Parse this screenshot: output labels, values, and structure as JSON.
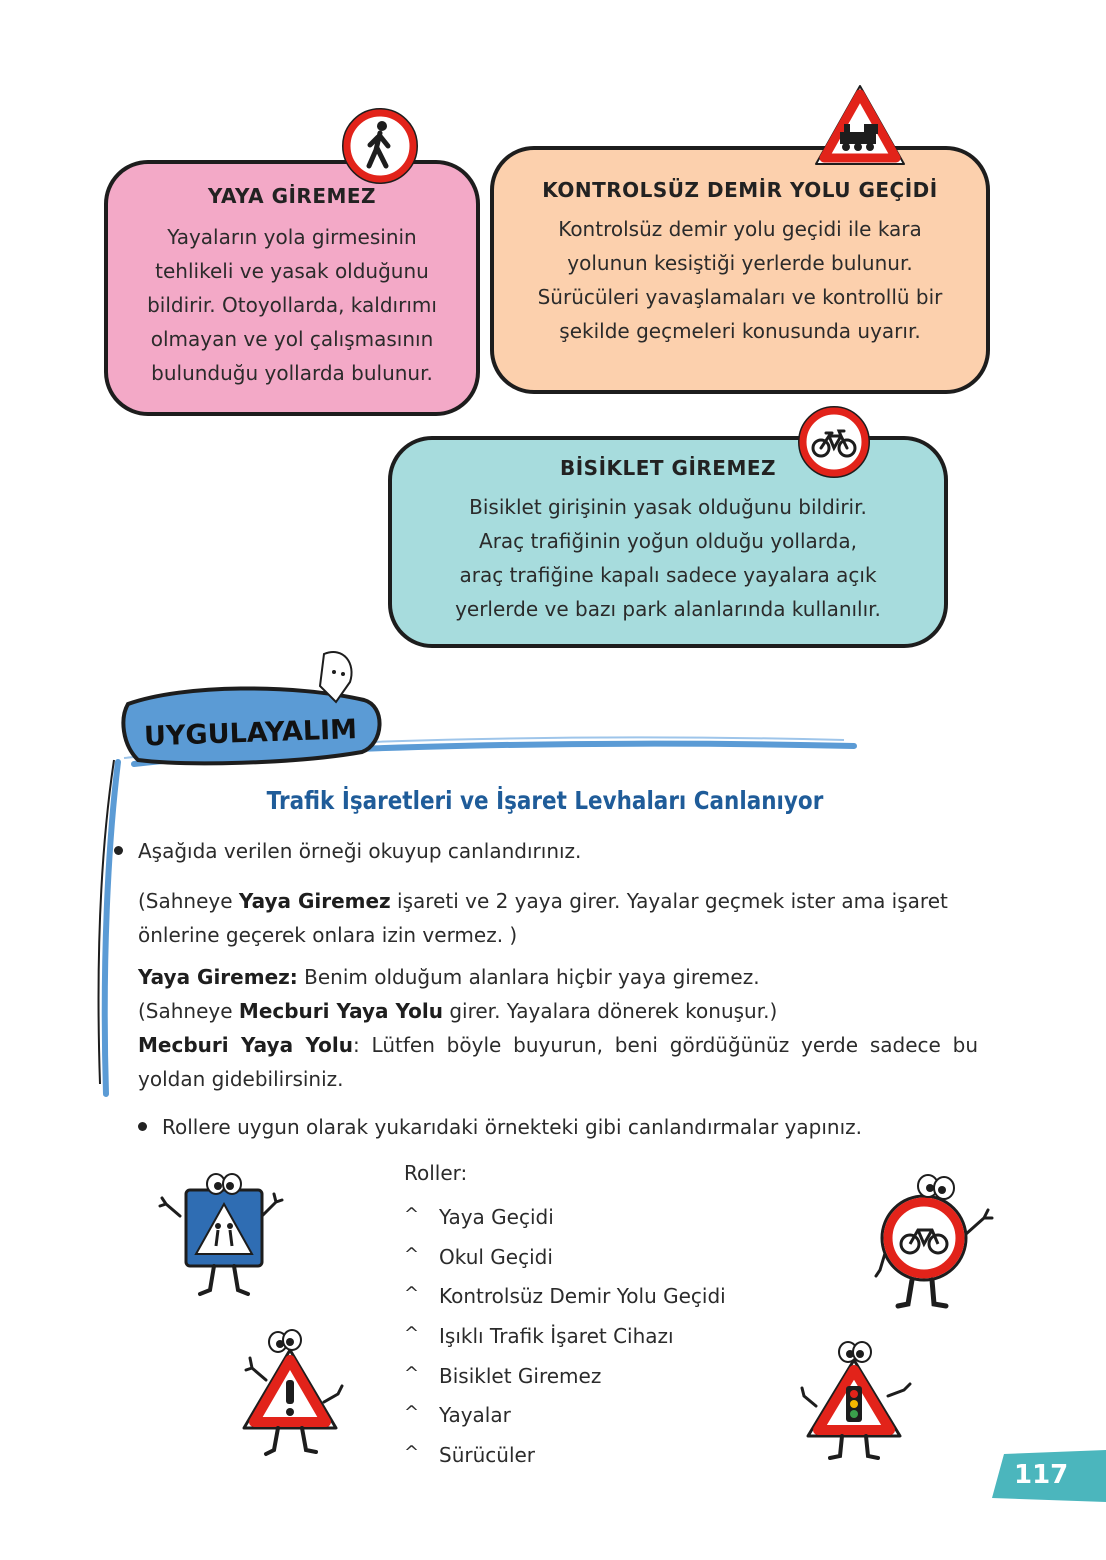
{
  "cards": {
    "pedestrian": {
      "title": "YAYA GİREMEZ",
      "lines": [
        "Yayaların yola girmesinin",
        "tehlikeli ve yasak olduğunu",
        "bildirir. Otoyollarda, kaldırımı",
        "olmayan ve yol çalışmasının",
        "bulunduğu yollarda bulunur."
      ],
      "bg_color": "#f3a9c7"
    },
    "railway": {
      "title": "KONTROLSÜZ DEMİR YOLU GEÇİDİ",
      "lines": [
        "Kontrolsüz demir yolu geçidi ile kara",
        "yolunun kesiştiği yerlerde bulunur.",
        "Sürücüleri yavaşlamaları ve kontrollü bir",
        "şekilde geçmeleri konusunda uyarır."
      ],
      "bg_color": "#fcd0ad"
    },
    "bicycle": {
      "title": "BİSİKLET GİREMEZ",
      "lines": [
        "Bisiklet girişinin yasak olduğunu bildirir.",
        "Araç trafiğinin yoğun olduğu yollarda,",
        "araç trafiğine kapalı sadece yayalara açık",
        "yerlerde ve bazı park alanlarında kullanılır."
      ],
      "bg_color": "#a7dcdd"
    }
  },
  "icons": {
    "pedestrian_sign": "no-pedestrian-sign-icon",
    "train_sign": "railway-crossing-sign-icon",
    "bicycle_sign": "no-bicycle-sign-icon"
  },
  "activity": {
    "banner_label": "UYGULAYALIM",
    "title": "Trafik İşaretleri ve İşaret Levhaları Canlanıyor",
    "instruction_1": "Aşağıda verilen örneği okuyup canlandırınız.",
    "scene_1": {
      "prefix": "(Sahneye ",
      "bold": "Yaya Giremez",
      "suffix": " işareti ve 2 yaya girer. Yayalar geçmek ister ama işaret önlerine geçerek onlara izin vermez. )"
    },
    "dialog_1": {
      "speaker": "Yaya Giremez:",
      "text": " Benim olduğum alanlara hiçbir yaya giremez."
    },
    "scene_2": {
      "prefix": "(Sahneye ",
      "bold": "Mecburi Yaya Yolu",
      "suffix": " girer. Yayalara dönerek konuşur.)"
    },
    "dialog_2": {
      "speaker": "Mecburi Yaya Yolu",
      "text": ": Lütfen böyle buyurun, beni gördüğünüz yerde sadece bu yoldan gidebilirsiniz."
    },
    "instruction_2": "Rollere uygun olarak yukarıdaki örnekteki gibi canlandırmalar yapınız.",
    "roles_heading": "Roller:",
    "roles_marker": "^",
    "roles": [
      "Yaya Geçidi",
      "Okul Geçidi",
      "Kontrolsüz Demir Yolu Geçidi",
      "Işıklı Trafik İşaret Cihazı",
      "Bisiklet Giremez",
      "Yayalar",
      "Sürücüler"
    ]
  },
  "page_number": "117",
  "colors": {
    "title_blue": "#1f5c99",
    "banner_blue": "#5b9bd5",
    "sign_red": "#e2231a",
    "page_tab_teal": "#4bb6bd"
  }
}
